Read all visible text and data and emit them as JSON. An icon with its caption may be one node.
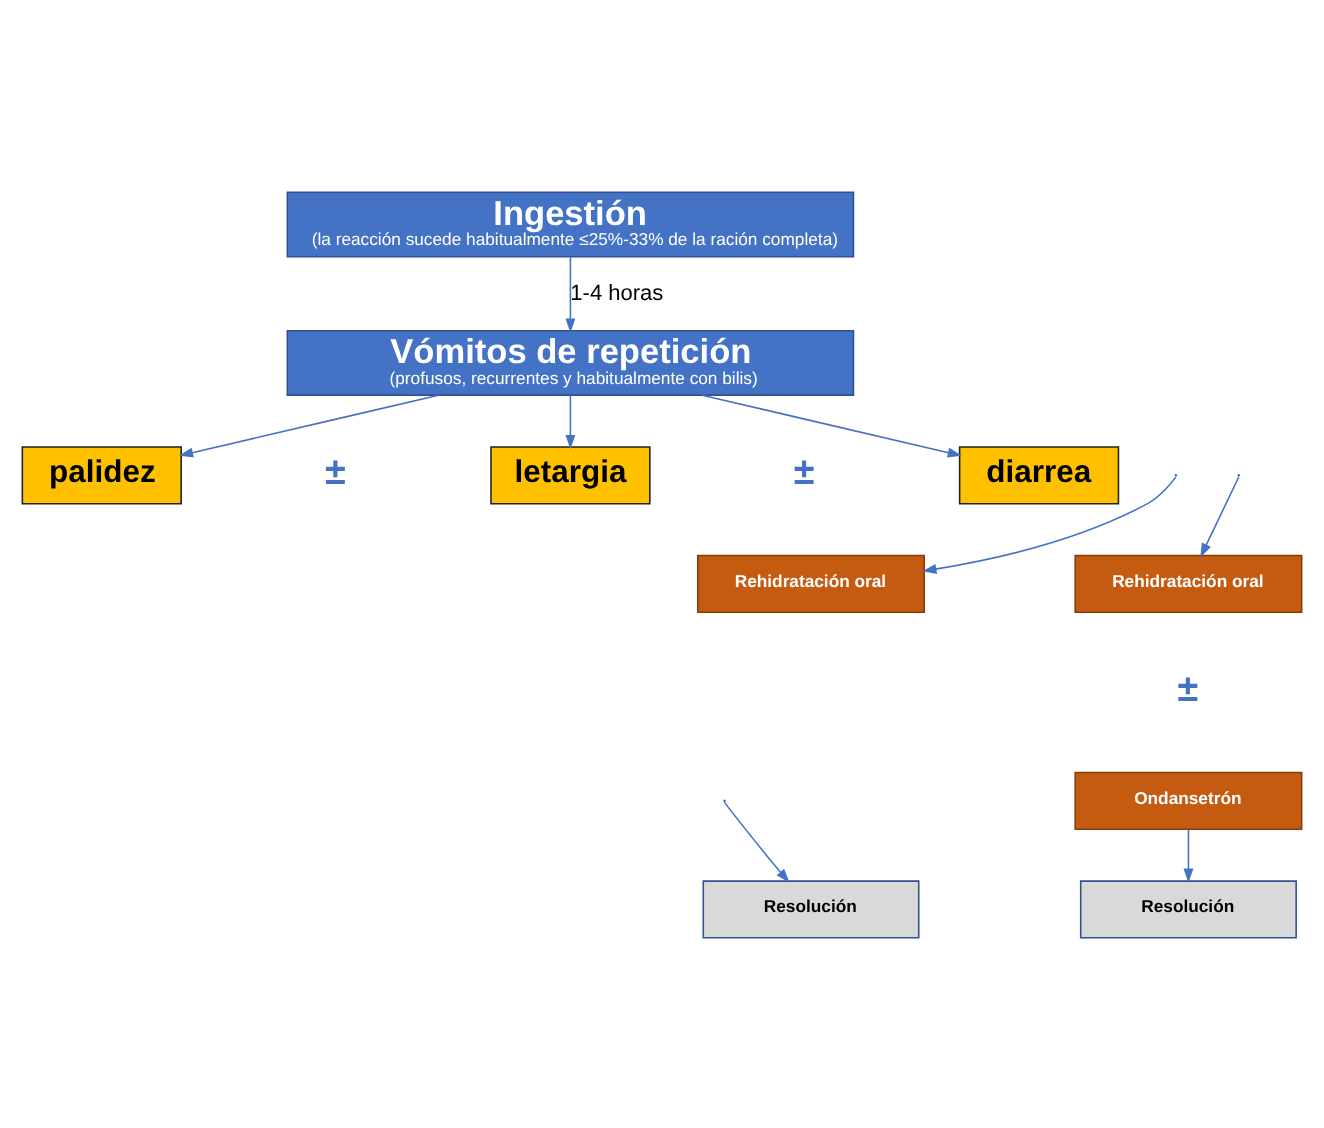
{
  "diagram": {
    "nodes": [
      {
        "text": [
          "Ingestión",
          "(la reacción sucede habitualmente ≤25%-33% de la ración completa)"
        ]
      },
      {
        "text": [
          "Vómitos de repetición",
          "(profusos, recurrentes y habitualmente con bilis)"
        ]
      },
      {
        "text": [
          "palidez"
        ]
      },
      {
        "text": [
          "letargia"
        ]
      },
      {
        "text": [
          "diarrea"
        ]
      },
      {
        "text": [
          "Rehidratación oral"
        ]
      },
      {
        "text": [
          "Rehidratación oral"
        ]
      },
      {
        "text": [
          "Ondansetrón"
        ]
      },
      {
        "text": [
          "Resolución"
        ]
      },
      {
        "text": [
          "Resolución"
        ]
      }
    ],
    "edges": [
      {
        "from": 0,
        "to": 1,
        "arrow": "to",
        "label": "1-4 horas"
      },
      {
        "from": 1,
        "to": 2,
        "arrow": "to"
      },
      {
        "from": 1,
        "to": 3,
        "arrow": "to"
      },
      {
        "from": 1,
        "to": 4,
        "arrow": "to"
      },
      {
        "from": null,
        "to": 5,
        "arrow": "to"
      },
      {
        "from": null,
        "to": 6,
        "arrow": "to"
      },
      {
        "from": null,
        "to": 8,
        "arrow": "to"
      },
      {
        "from": 7,
        "to": 9,
        "arrow": "to"
      }
    ],
    "labels": [
      "±",
      "±",
      "±"
    ]
  }
}
